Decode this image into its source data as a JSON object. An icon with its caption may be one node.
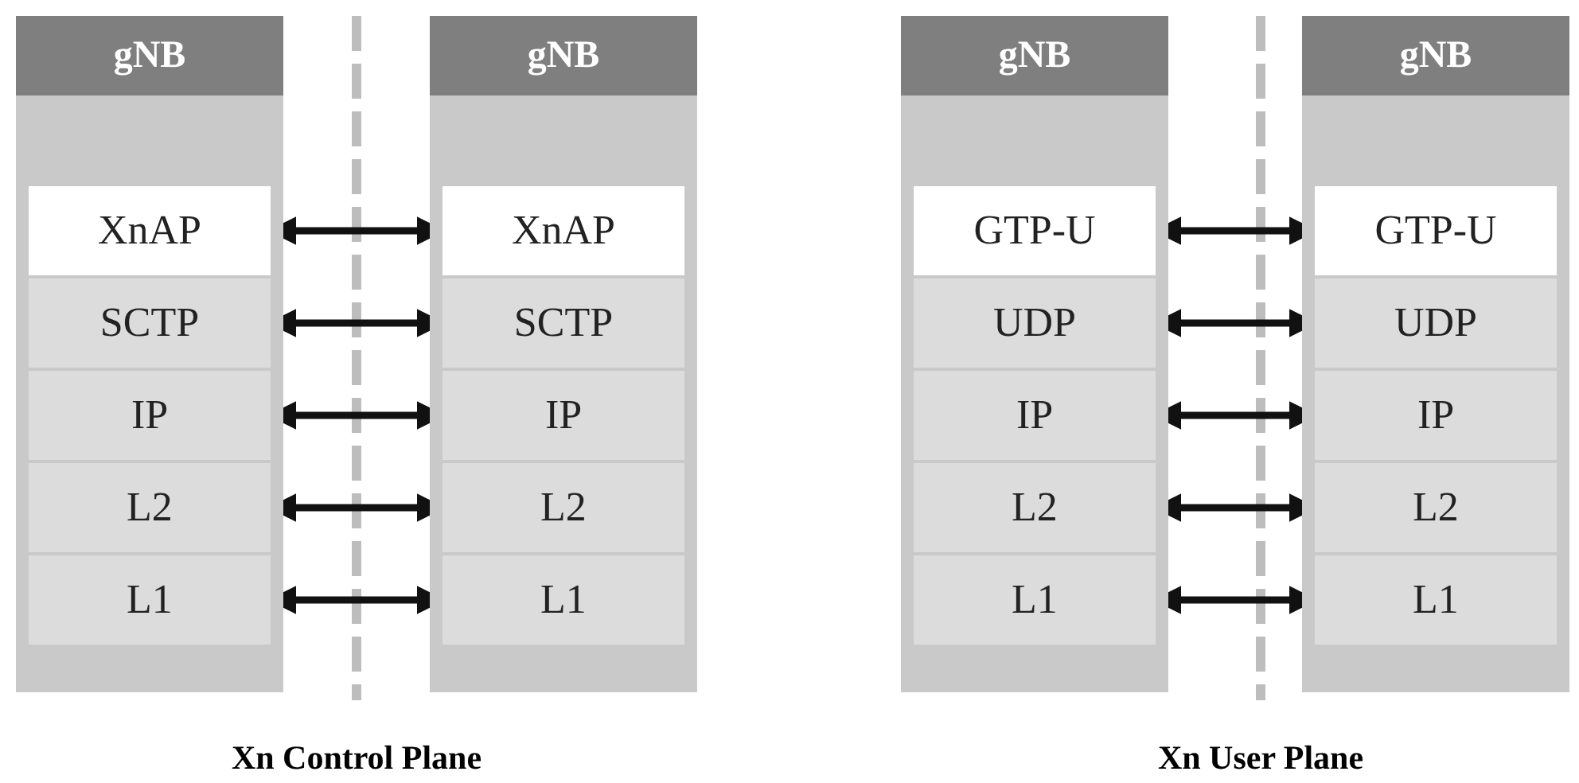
{
  "diagram": {
    "nodes": [
      {
        "text": [
          "gNB"
        ]
      },
      {
        "text": [
          "XnAP"
        ],
        "in": 0
      },
      {
        "text": [
          "SCTP"
        ],
        "in": 0
      },
      {
        "text": [
          "IP"
        ],
        "in": 0
      },
      {
        "text": [
          "L2"
        ],
        "in": 0
      },
      {
        "text": [
          "L1"
        ],
        "in": 0
      },
      {
        "text": [
          "gNB"
        ]
      },
      {
        "text": [
          "XnAP"
        ],
        "in": 6
      },
      {
        "text": [
          "SCTP"
        ],
        "in": 6
      },
      {
        "text": [
          "IP"
        ],
        "in": 6
      },
      {
        "text": [
          "L2"
        ],
        "in": 6
      },
      {
        "text": [
          "L1"
        ],
        "in": 6
      },
      {
        "text": [
          "gNB"
        ]
      },
      {
        "text": [
          "GTP-U"
        ],
        "in": 12
      },
      {
        "text": [
          "UDP"
        ],
        "in": 12
      },
      {
        "text": [
          "IP"
        ],
        "in": 12
      },
      {
        "text": [
          "L2"
        ],
        "in": 12
      },
      {
        "text": [
          "L1"
        ],
        "in": 12
      },
      {
        "text": [
          "gNB"
        ]
      },
      {
        "text": [
          "GTP-U"
        ],
        "in": 18
      },
      {
        "text": [
          "UDP"
        ],
        "in": 18
      },
      {
        "text": [
          "IP"
        ],
        "in": 18
      },
      {
        "text": [
          "L2"
        ],
        "in": 18
      },
      {
        "text": [
          "L1"
        ],
        "in": 18
      }
    ],
    "edges": [
      {
        "from": 1,
        "to": 7,
        "arrow": "both"
      },
      {
        "from": 2,
        "to": 8,
        "arrow": "both"
      },
      {
        "from": 3,
        "to": 9,
        "arrow": "both"
      },
      {
        "from": 4,
        "to": 10,
        "arrow": "both"
      },
      {
        "from": 5,
        "to": 11,
        "arrow": "both"
      },
      {
        "from": 13,
        "to": 19,
        "arrow": "both"
      },
      {
        "from": 14,
        "to": 20,
        "arrow": "both"
      },
      {
        "from": 15,
        "to": 21,
        "arrow": "both"
      },
      {
        "from": 16,
        "to": 22,
        "arrow": "both"
      },
      {
        "from": 17,
        "to": 23,
        "arrow": "both"
      }
    ],
    "labels": [
      "Xn Control Plane",
      "Xn User Plane"
    ]
  }
}
